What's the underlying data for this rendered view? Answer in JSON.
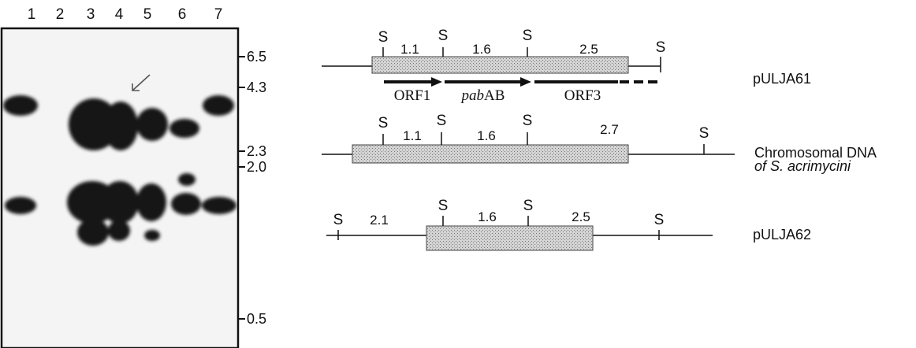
{
  "blot": {
    "lanes": [
      "1",
      "2",
      "3",
      "4",
      "5",
      "6",
      "7"
    ],
    "size_markers": [
      "6.5",
      "4.3",
      "2.3",
      "2.0",
      "0.5"
    ]
  },
  "maps": [
    {
      "name": "pULJA61",
      "site_symbol": "S",
      "fragments": [
        "1.1",
        "1.6",
        "2.5"
      ],
      "orfs": [
        {
          "label_parts": [
            {
              "text": "ORF1",
              "italic": false
            }
          ]
        },
        {
          "label_parts": [
            {
              "text": "pab",
              "italic": true
            },
            {
              "text": "AB",
              "italic": false
            }
          ]
        },
        {
          "label_parts": [
            {
              "text": "ORF3",
              "italic": false
            }
          ]
        }
      ]
    },
    {
      "name_lines": [
        "Chromosomal DNA",
        "of S. acrimycini"
      ],
      "site_symbol": "S",
      "fragments": [
        "1.1",
        "1.6",
        "2.7"
      ]
    },
    {
      "name": "pULJA62",
      "site_symbol": "S",
      "fragments": [
        "2.1",
        "1.6",
        "2.5"
      ]
    }
  ],
  "colors": {
    "ink": "#111111",
    "blot_background": "#f4f4f4",
    "band": "#141414",
    "insert_fill": "#c9c9c9"
  }
}
